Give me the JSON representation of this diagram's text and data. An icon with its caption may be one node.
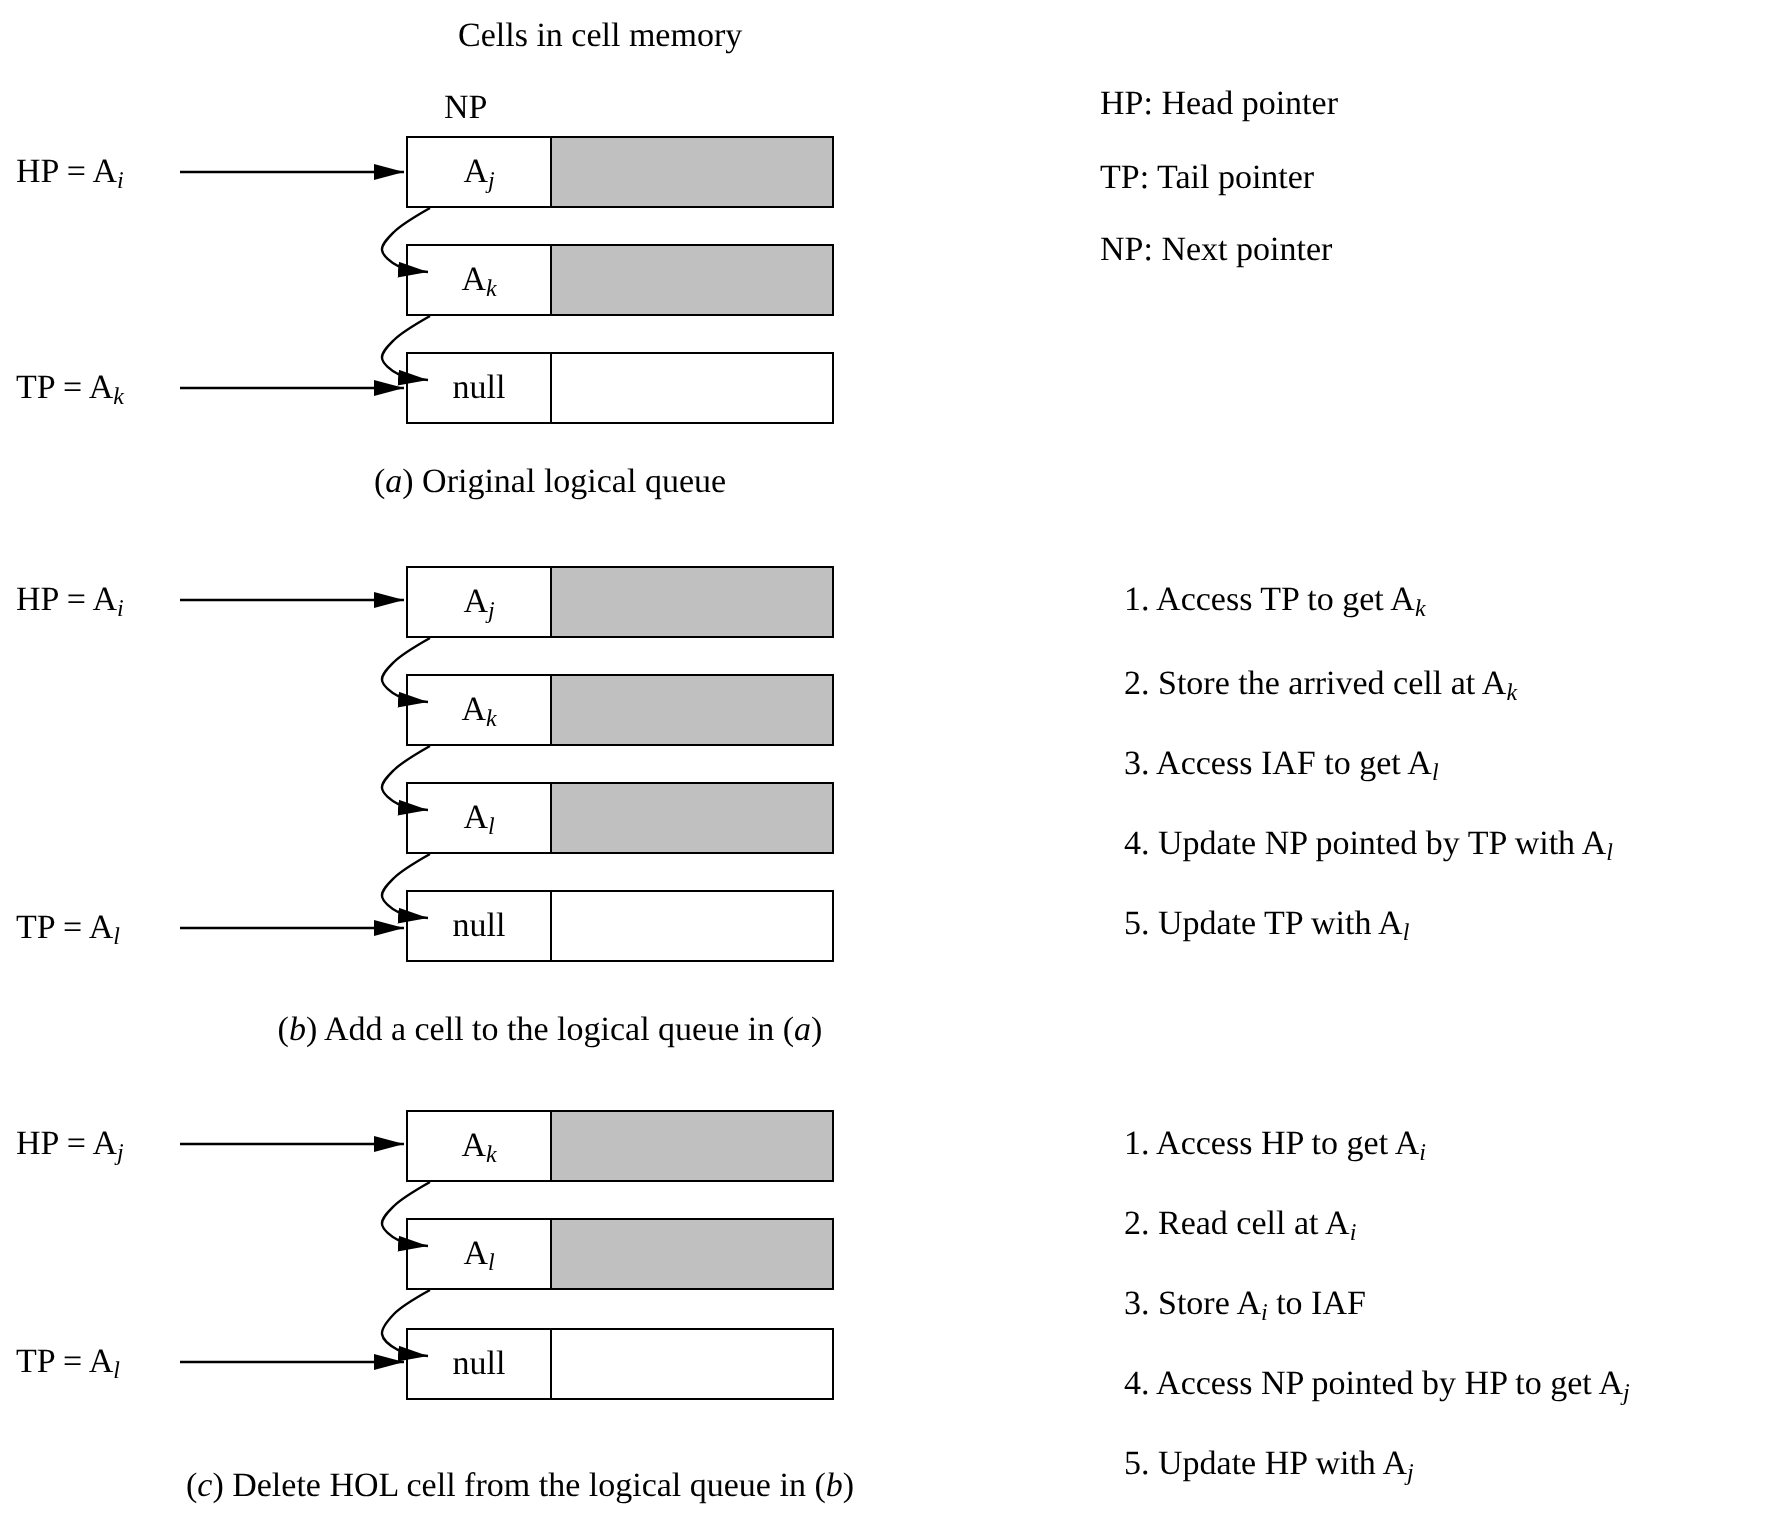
{
  "diagram": {
    "nodes": [
      {
        "text": [
          "HP = A$_{i}$"
        ]
      },
      {
        "text": [
          "A$_{j}$"
        ]
      },
      {
        "text": [
          "A$_{k}$"
        ]
      },
      {
        "text": [
          "TP = A$_{k}$"
        ]
      },
      {
        "text": [
          "null"
        ]
      },
      {
        "text": [
          "HP = A$_{i}$"
        ]
      },
      {
        "text": [
          "A$_{j}$"
        ]
      },
      {
        "text": [
          "A$_{k}$"
        ]
      },
      {
        "text": [
          "A$_{l}$"
        ]
      },
      {
        "text": [
          "TP = A$_{l}$"
        ]
      },
      {
        "text": [
          "null"
        ]
      },
      {
        "text": [
          "HP = A$_{j}$"
        ]
      },
      {
        "text": [
          "A$_{k}$"
        ]
      },
      {
        "text": [
          "A$_{l}$"
        ]
      },
      {
        "text": [
          "TP = A$_{l}$"
        ]
      },
      {
        "text": [
          "null"
        ]
      }
    ],
    "edges": [
      {
        "from": 0,
        "to": 1,
        "arrow": "to"
      },
      {
        "from": 1,
        "to": 2,
        "arrow": "to"
      },
      {
        "from": 2,
        "to": 4,
        "arrow": "to"
      },
      {
        "from": 3,
        "to": 4,
        "arrow": "to"
      },
      {
        "from": 5,
        "to": 6,
        "arrow": "to"
      },
      {
        "from": 6,
        "to": 7,
        "arrow": "to"
      },
      {
        "from": 7,
        "to": 8,
        "arrow": "to"
      },
      {
        "from": 8,
        "to": 10,
        "arrow": "to"
      },
      {
        "from": 9,
        "to": 10,
        "arrow": "to"
      },
      {
        "from": 11,
        "to": 12,
        "arrow": "to"
      },
      {
        "from": 12,
        "to": 13,
        "arrow": "to"
      },
      {
        "from": 13,
        "to": 15,
        "arrow": "to"
      },
      {
        "from": 14,
        "to": 15,
        "arrow": "to"
      }
    ],
    "labels": [
      "Cells in cell memory",
      "NP",
      "HP: Head pointer",
      "TP: Tail pointer",
      "NP: Next pointer",
      "(*a*) Original logical queue",
      "1. Access TP to get A$_{k}$",
      "2. Store the arrived cell at A$_{k}$",
      "3. Access IAF to get A$_{l}$",
      "4. Update NP pointed by TP with A$_{l}$",
      "5. Update TP with A$_{l}$",
      "(*b*) Add a cell to the logical queue in (*a*)",
      "1. Access HP to get A$_{i}$",
      "2. Read cell at A$_{i}$",
      "3. Store A$_{i}$ to IAF",
      "4. Access NP pointed by HP to get A$_{j}$",
      "5. Update HP with A$_{j}$",
      "(*c*) Delete HOL cell from the logical queue in (*b*)"
    ]
  }
}
